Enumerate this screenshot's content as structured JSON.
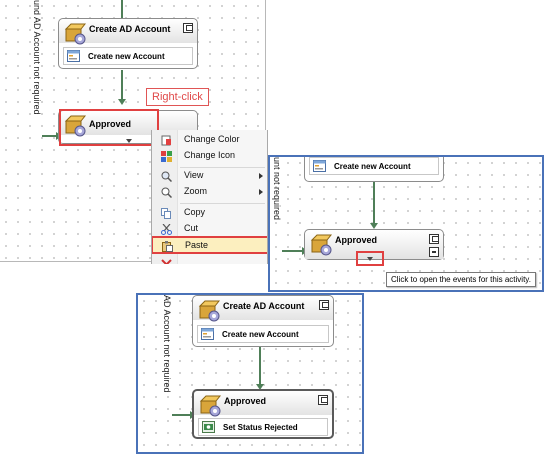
{
  "labels": {
    "not_required_a": "und AD Account not required",
    "not_required_b": "unt not required",
    "not_required_c": "AD Account not required"
  },
  "callout": "Right-click",
  "activities": {
    "create_ad_title": "Create AD Account",
    "create_new_account": "Create new Account",
    "approved_title": "Approved",
    "set_status_rejected": "Set Status Rejected"
  },
  "menu": {
    "items": [
      {
        "label": "Change Color",
        "icon": "color-icon"
      },
      {
        "label": "Change Icon",
        "icon": "icon-grid-icon"
      },
      {
        "label": "View",
        "icon": "view-icon"
      },
      {
        "label": "Zoom",
        "icon": "zoom-icon"
      },
      {
        "label": "Copy",
        "icon": "copy-icon"
      },
      {
        "label": "Cut",
        "icon": "scissors-icon"
      },
      {
        "label": "Paste",
        "icon": "paste-icon"
      }
    ]
  },
  "tooltip": "Click to open the events for this activity.",
  "colors": {
    "connector": "#4f7f58",
    "highlight_border": "#e04040",
    "panel_border": "#4a72b8"
  }
}
